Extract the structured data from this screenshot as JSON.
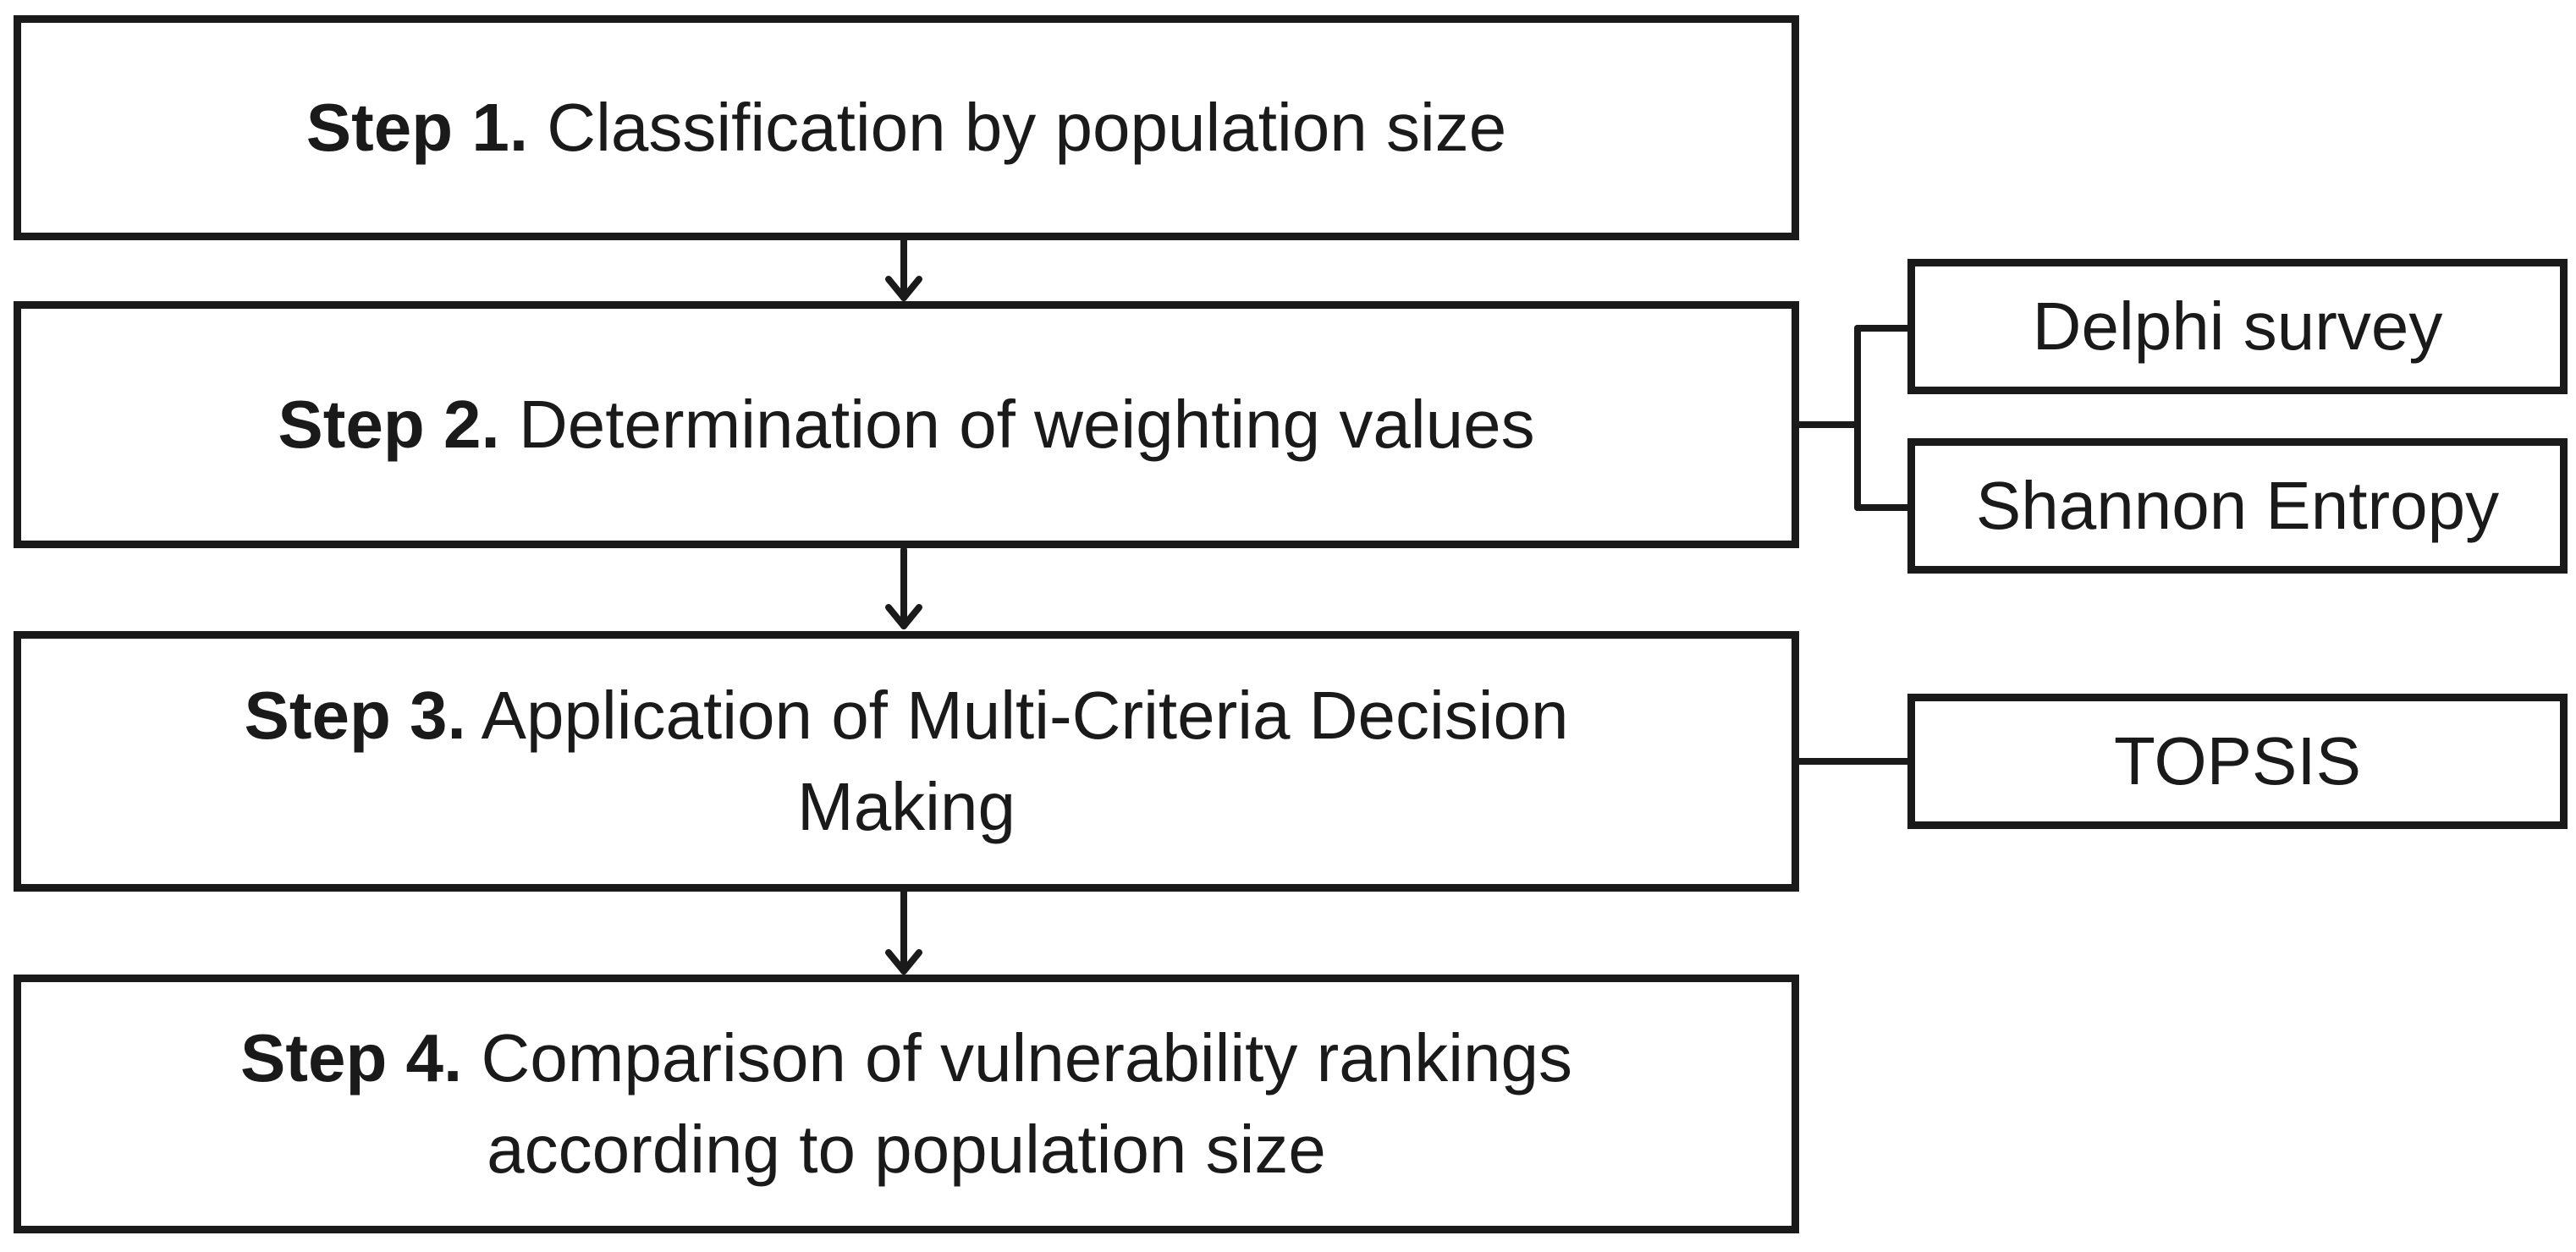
{
  "steps": [
    {
      "label": "Step 1.",
      "text": "Classification by population size"
    },
    {
      "label": "Step 2.",
      "text": "Determination of weighting values"
    },
    {
      "label": "Step 3.",
      "text": "Application of Multi-Criteria Decision Making"
    },
    {
      "label": "Step 4.",
      "text": "Comparison of vulnerability rankings according to population size"
    }
  ],
  "methods": {
    "delphi": "Delphi survey",
    "shannon": "Shannon Entropy",
    "topsis": "TOPSIS"
  },
  "colors": {
    "stroke": "#1a1a1a",
    "background": "#ffffff"
  }
}
